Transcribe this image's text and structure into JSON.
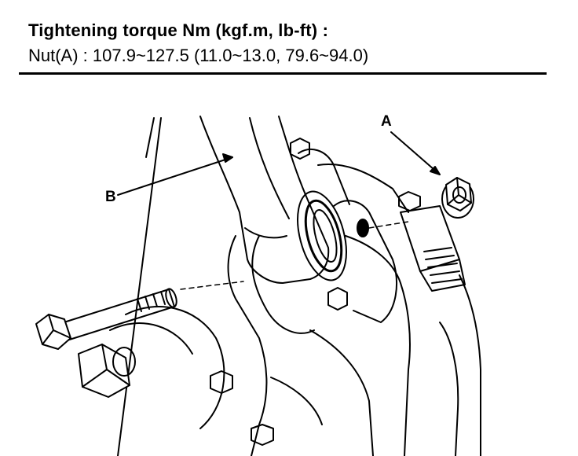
{
  "spec": {
    "title": "Tightening torque Nm (kgf.m, lb-ft) :",
    "value": "Nut(A) : 107.9~127.5 (11.0~13.0, 79.6~94.0)"
  },
  "callouts": {
    "a": "A",
    "b": "B"
  },
  "colors": {
    "ink": "#000000",
    "paper": "#ffffff"
  }
}
